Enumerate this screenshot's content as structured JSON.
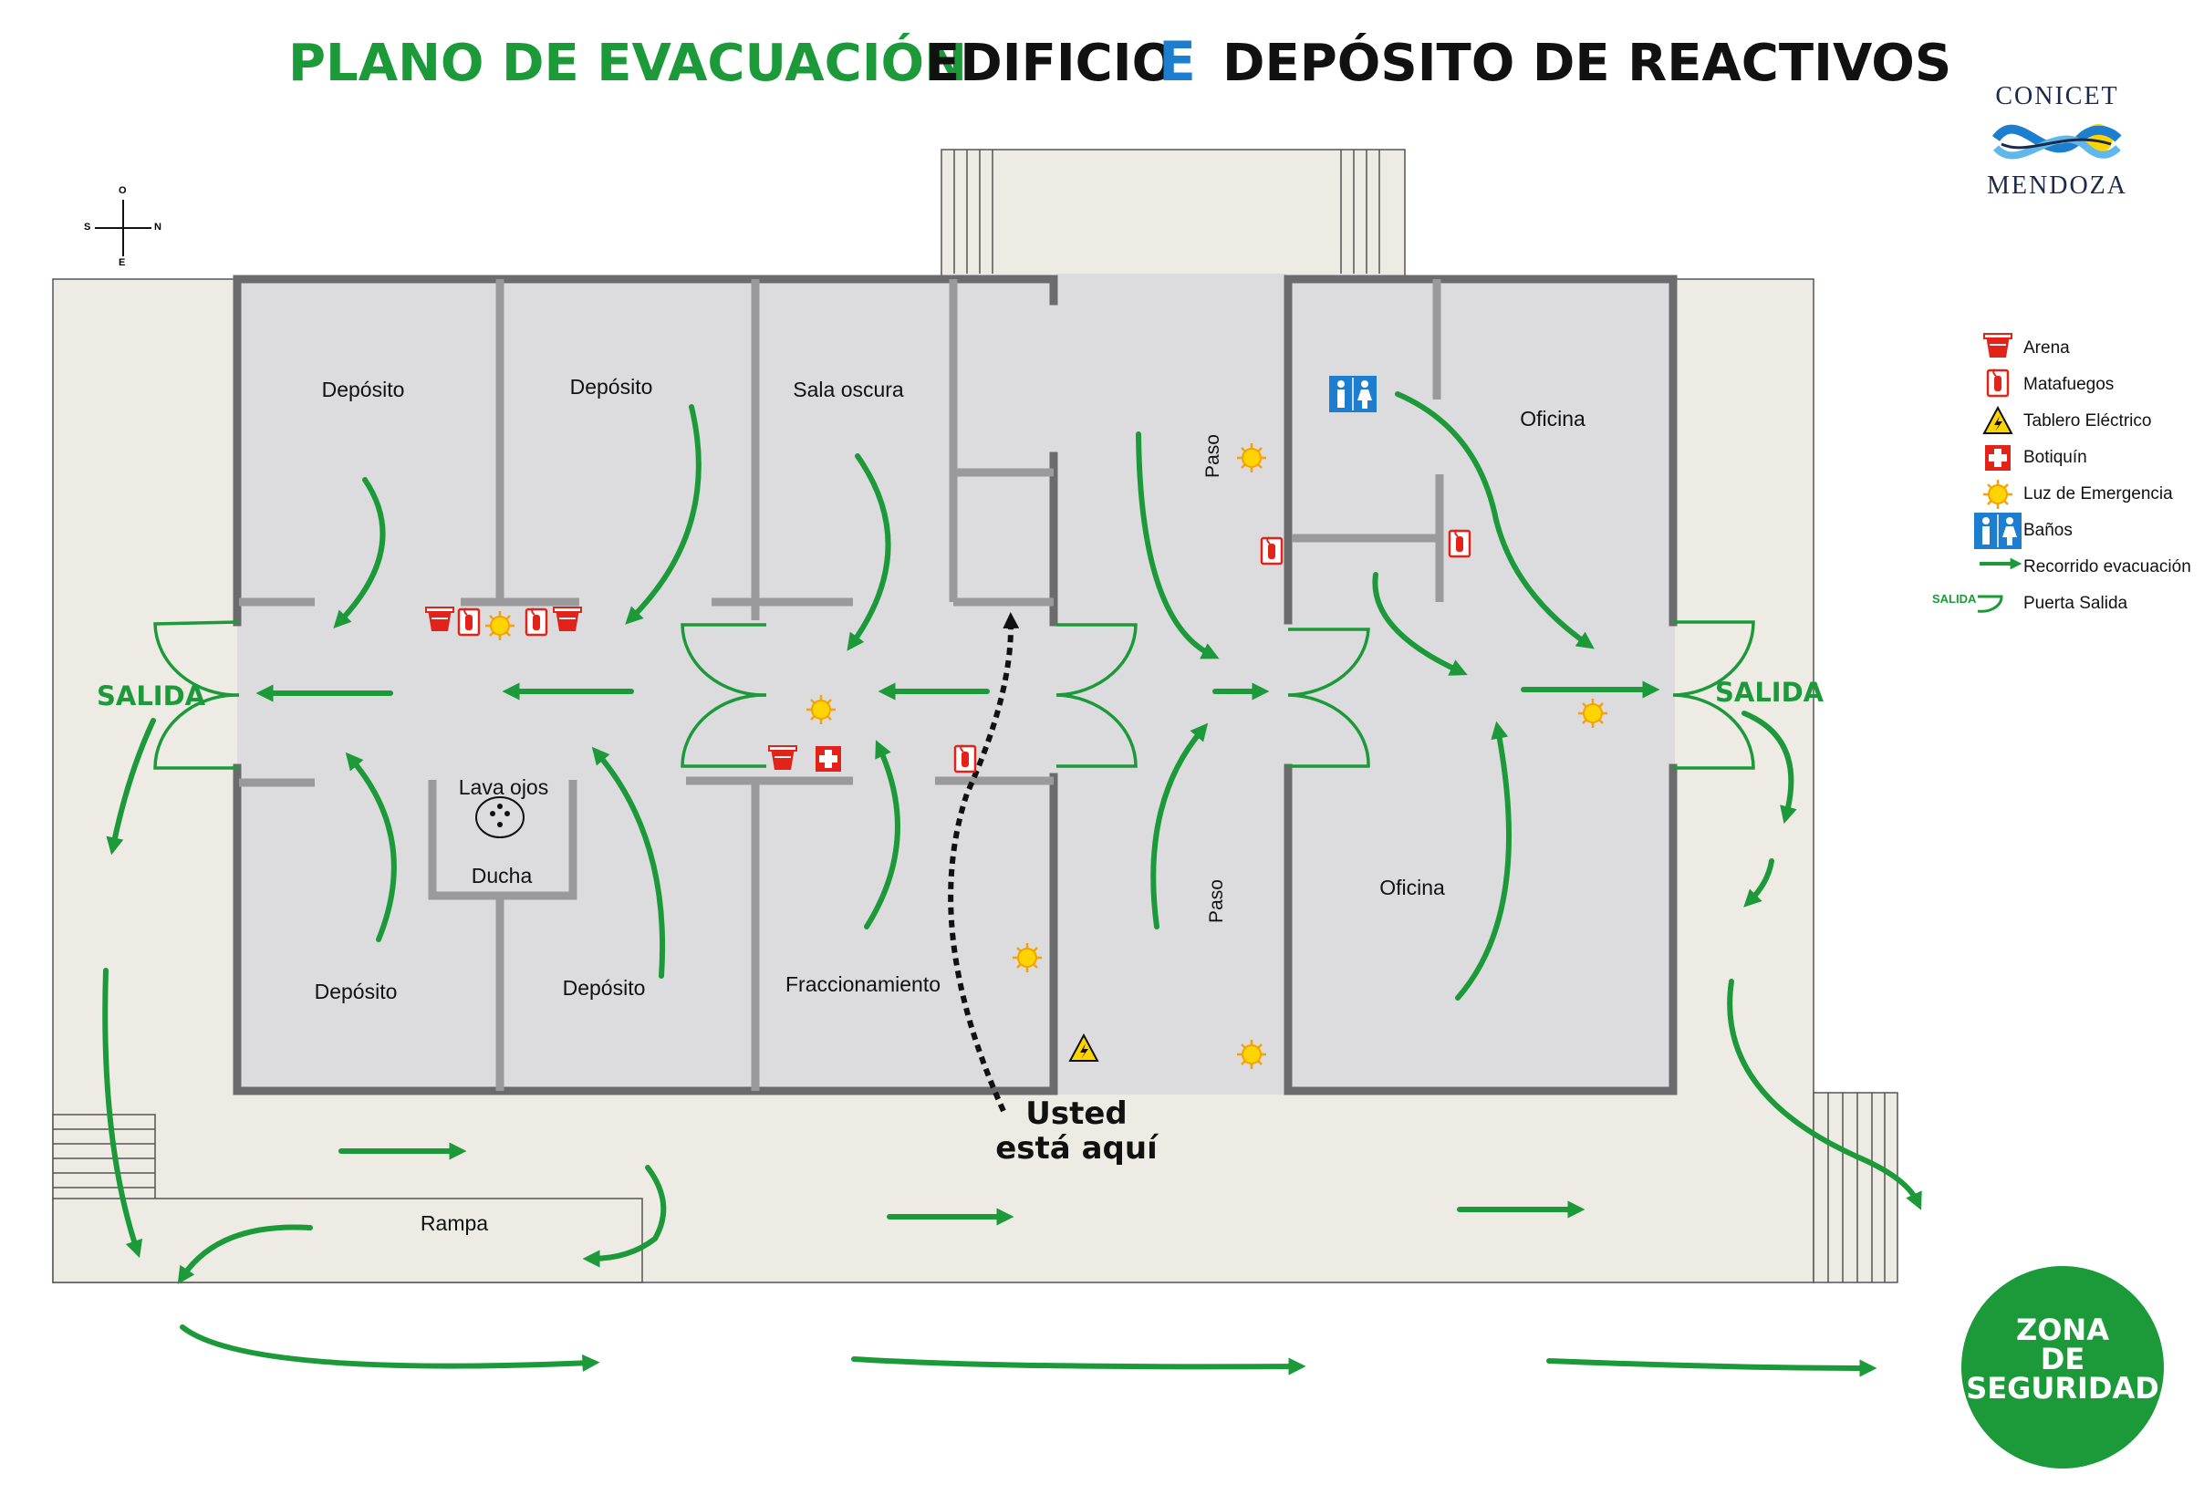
{
  "title": {
    "plano": "PLANO DE EVACUACIÓN",
    "edificio": "EDIFICIO",
    "letra": "E",
    "nombre": "DEPÓSITO DE REACTIVOS"
  },
  "logo": {
    "top": "CONICET",
    "bottom": "MENDOZA"
  },
  "compass": {
    "n": "N",
    "s": "S",
    "e": "E",
    "o": "O"
  },
  "rooms": {
    "deposito_1": "Depósito",
    "deposito_2": "Depósito",
    "sala_oscura": "Sala oscura",
    "oficina_top": "Oficina",
    "deposito_3": "Depósito",
    "lava_ojos": "Lava ojos",
    "ducha": "Ducha",
    "deposito_4": "Depósito",
    "fraccionamiento": "Fraccionamiento",
    "oficina_bottom": "Oficina",
    "paso_top": "Paso",
    "paso_bottom": "Paso",
    "rampa": "Rampa"
  },
  "exits": {
    "left": "SALIDA",
    "right": "SALIDA"
  },
  "you_are_here": {
    "line1": "Usted",
    "line2": "está aquí"
  },
  "safe_zone": {
    "line1": "ZONA",
    "line2": "DE",
    "line3": "SEGURIDAD"
  },
  "legend": [
    {
      "icon": "sand-bucket-icon",
      "label": "Arena"
    },
    {
      "icon": "fire-extinguisher-icon",
      "label": "Matafuegos"
    },
    {
      "icon": "electrical-panel-icon",
      "label": "Tablero Eléctrico"
    },
    {
      "icon": "first-aid-icon",
      "label": "Botiquín"
    },
    {
      "icon": "emergency-light-icon",
      "label": "Luz de Emergencia"
    },
    {
      "icon": "restroom-icon",
      "label": "Baños"
    },
    {
      "icon": "evacuation-arrow-icon",
      "label": "Recorrido evacuación"
    },
    {
      "icon": "exit-door-icon",
      "label": "Puerta Salida",
      "tag": "SALIDA"
    }
  ],
  "colors": {
    "green": "#1c9a3a",
    "wall": "#6b6b6e",
    "floor": "#dcdcde",
    "outside": "#edebe3",
    "red": "#e2231a",
    "blue": "#1d7ed0"
  }
}
